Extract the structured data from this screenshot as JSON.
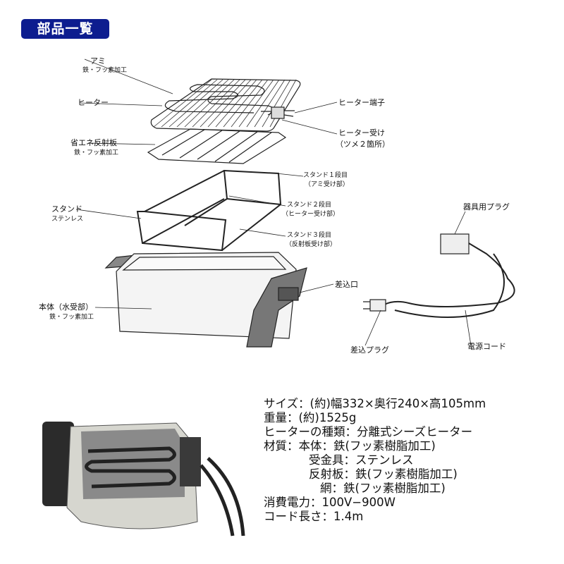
{
  "title": "部品一覧",
  "parts": {
    "ami": "アミ",
    "ami_material": "鉄・フッ素加工",
    "heater": "ヒーター",
    "heater_terminal": "ヒーター端子",
    "heater_holder": "ヒーター受け",
    "heater_holder_note": "（ツメ２箇所）",
    "reflector": "省エネ反射板",
    "reflector_material": "鉄・フッ素加工",
    "stand1": "スタンド１段目",
    "stand1_note": "（アミ受け部）",
    "stand2": "スタンド２段目",
    "stand2_note": "（ヒーター受け部）",
    "stand3": "スタンド３段目",
    "stand3_note": "（反射板受け部）",
    "stand": "スタンド",
    "stand_material": "ステンレス",
    "body": "本体（水受部）",
    "body_material": "鉄・フッ素加工",
    "socket": "差込口",
    "appliance_plug": "器具用プラグ",
    "plug": "差込プラグ",
    "cord": "電源コード"
  },
  "specs": [
    "サイズ：(約)幅332×奥行240×高105mm",
    "重量：(約)1525g",
    "ヒーターの種類：分離式シーズヒーター",
    "材質：本体：鉄(フッ素樹脂加工)",
    "受金具：ステンレス",
    "反射板：鉄(フッ素樹脂加工)",
    "網：鉄(フッ素樹脂加工)",
    "消費電力：100V−900W",
    "コード長さ：1.4m"
  ]
}
